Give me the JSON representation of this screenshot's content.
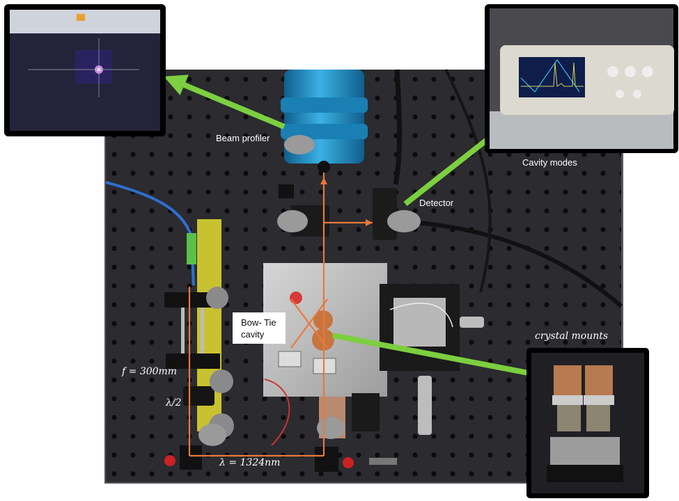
{
  "labels": {
    "beam_profiler": "Beam profiler",
    "detector": "Detector",
    "cavity_modes": "Cavity modes",
    "bow_tie_line1": "Bow- Tie",
    "bow_tie_line2": "cavity",
    "crystal_mounts": "crystal mounts",
    "focal_length": "f = 300mm",
    "half_wave_plate": "λ/2",
    "wavelength": "λ = 1324nm"
  },
  "colors": {
    "beam_path": "#e8793a",
    "pointer_arrow": "#7ccf3f",
    "breadboard": "#2b2b30",
    "profiler": "#1e8fc4",
    "fiber": "#2f6fd0"
  }
}
